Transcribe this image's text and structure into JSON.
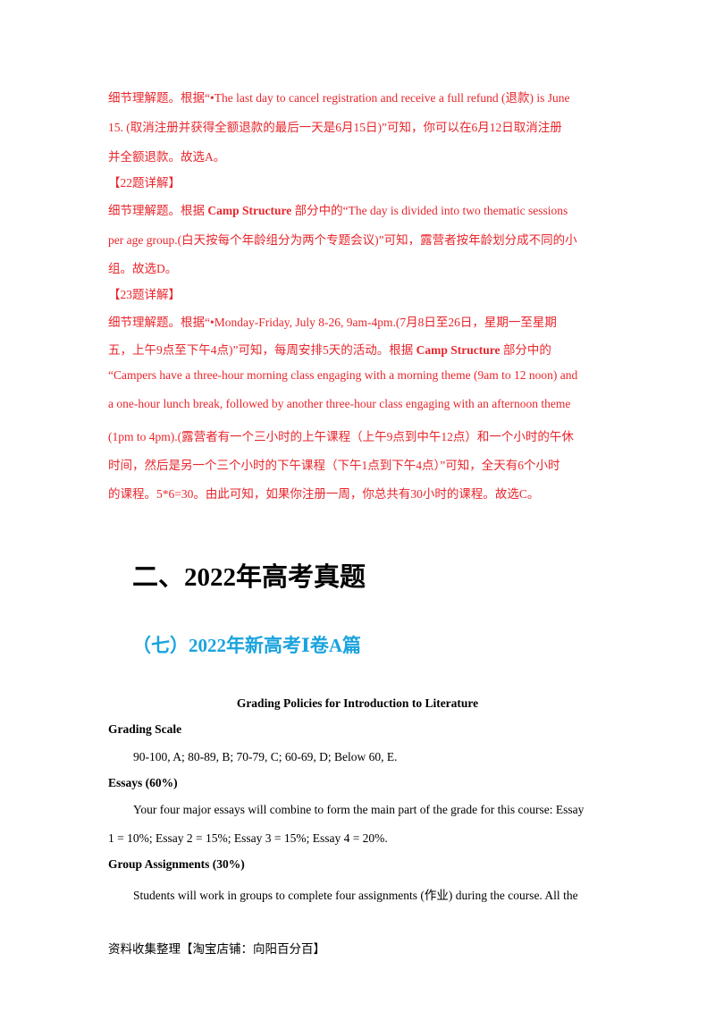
{
  "q21_explain": {
    "l1": "细节理解题。根据“•The last day to cancel registration and receive a full refund (退款) is June",
    "l2": "15. (取消注册并获得全额退款的最后一天是6月15日)”可知，你可以在6月12日取消注册",
    "l3": "并全额退款。故选A。"
  },
  "q22": {
    "header": "【22题详解】",
    "l1_a": "细节理解题。根据",
    "l1_bold": "Camp Structure",
    "l1_b": "部分中的“The day is divided into two thematic sessions",
    "l2": "per age group.(白天按每个年龄组分为两个专题会议)”可知，露营者按年龄划分成不同的小",
    "l3": "组。故选D。"
  },
  "q23": {
    "header": "【23题详解】",
    "l1": "细节理解题。根据“•Monday-Friday, July 8-26, 9am-4pm.(7月8日至26日，星期一至星期",
    "l2_a": "五，上午9点至下午4点)”可知，每周安排5天的活动。根据",
    "l2_bold": "Camp Structure",
    "l2_b": "部分中的",
    "l3": "“Campers have a three-hour morning class engaging with a morning theme (9am to 12 noon) and",
    "l4": "a one-hour lunch break, followed by another three-hour class engaging with an afternoon theme",
    "l5": "(1pm to 4pm).(露营者有一个三小时的上午课程（上午9点到中午12点）和一个小时的午休",
    "l6": "时间，然后是另一个三个小时的下午课程（下午1点到下午4点）”可知，全天有6个小时",
    "l7": "的课程。5*6=30。由此可知，如果你注册一周，你总共有30小时的课程。故选C。"
  },
  "section_title": "二、2022年高考真题",
  "subsection_title": "（七）2022年新高考Ⅰ卷A篇",
  "passage": {
    "title": "Grading Policies for Introduction to Literature",
    "grading_scale_heading": "Grading Scale",
    "grading_scale_text": "90-100, A; 80-89, B; 70-79, C; 60-69, D; Below 60, E.",
    "essays_heading": "Essays (60%)",
    "essays_l1": "Your four major essays will combine to form the main part of the grade for this course: Essay",
    "essays_l2": "1 = 10%; Essay 2 = 15%; Essay 3 = 15%; Essay 4 = 20%.",
    "group_heading": "Group Assignments (30%)",
    "group_l1": "Students will work in groups to complete four assignments (作业) during the course. All the"
  },
  "footer": "资料收集整理【淘宝店铺：向阳百分百】",
  "colors": {
    "answer_text": "#e8262c",
    "subsection": "#1aa3de"
  }
}
